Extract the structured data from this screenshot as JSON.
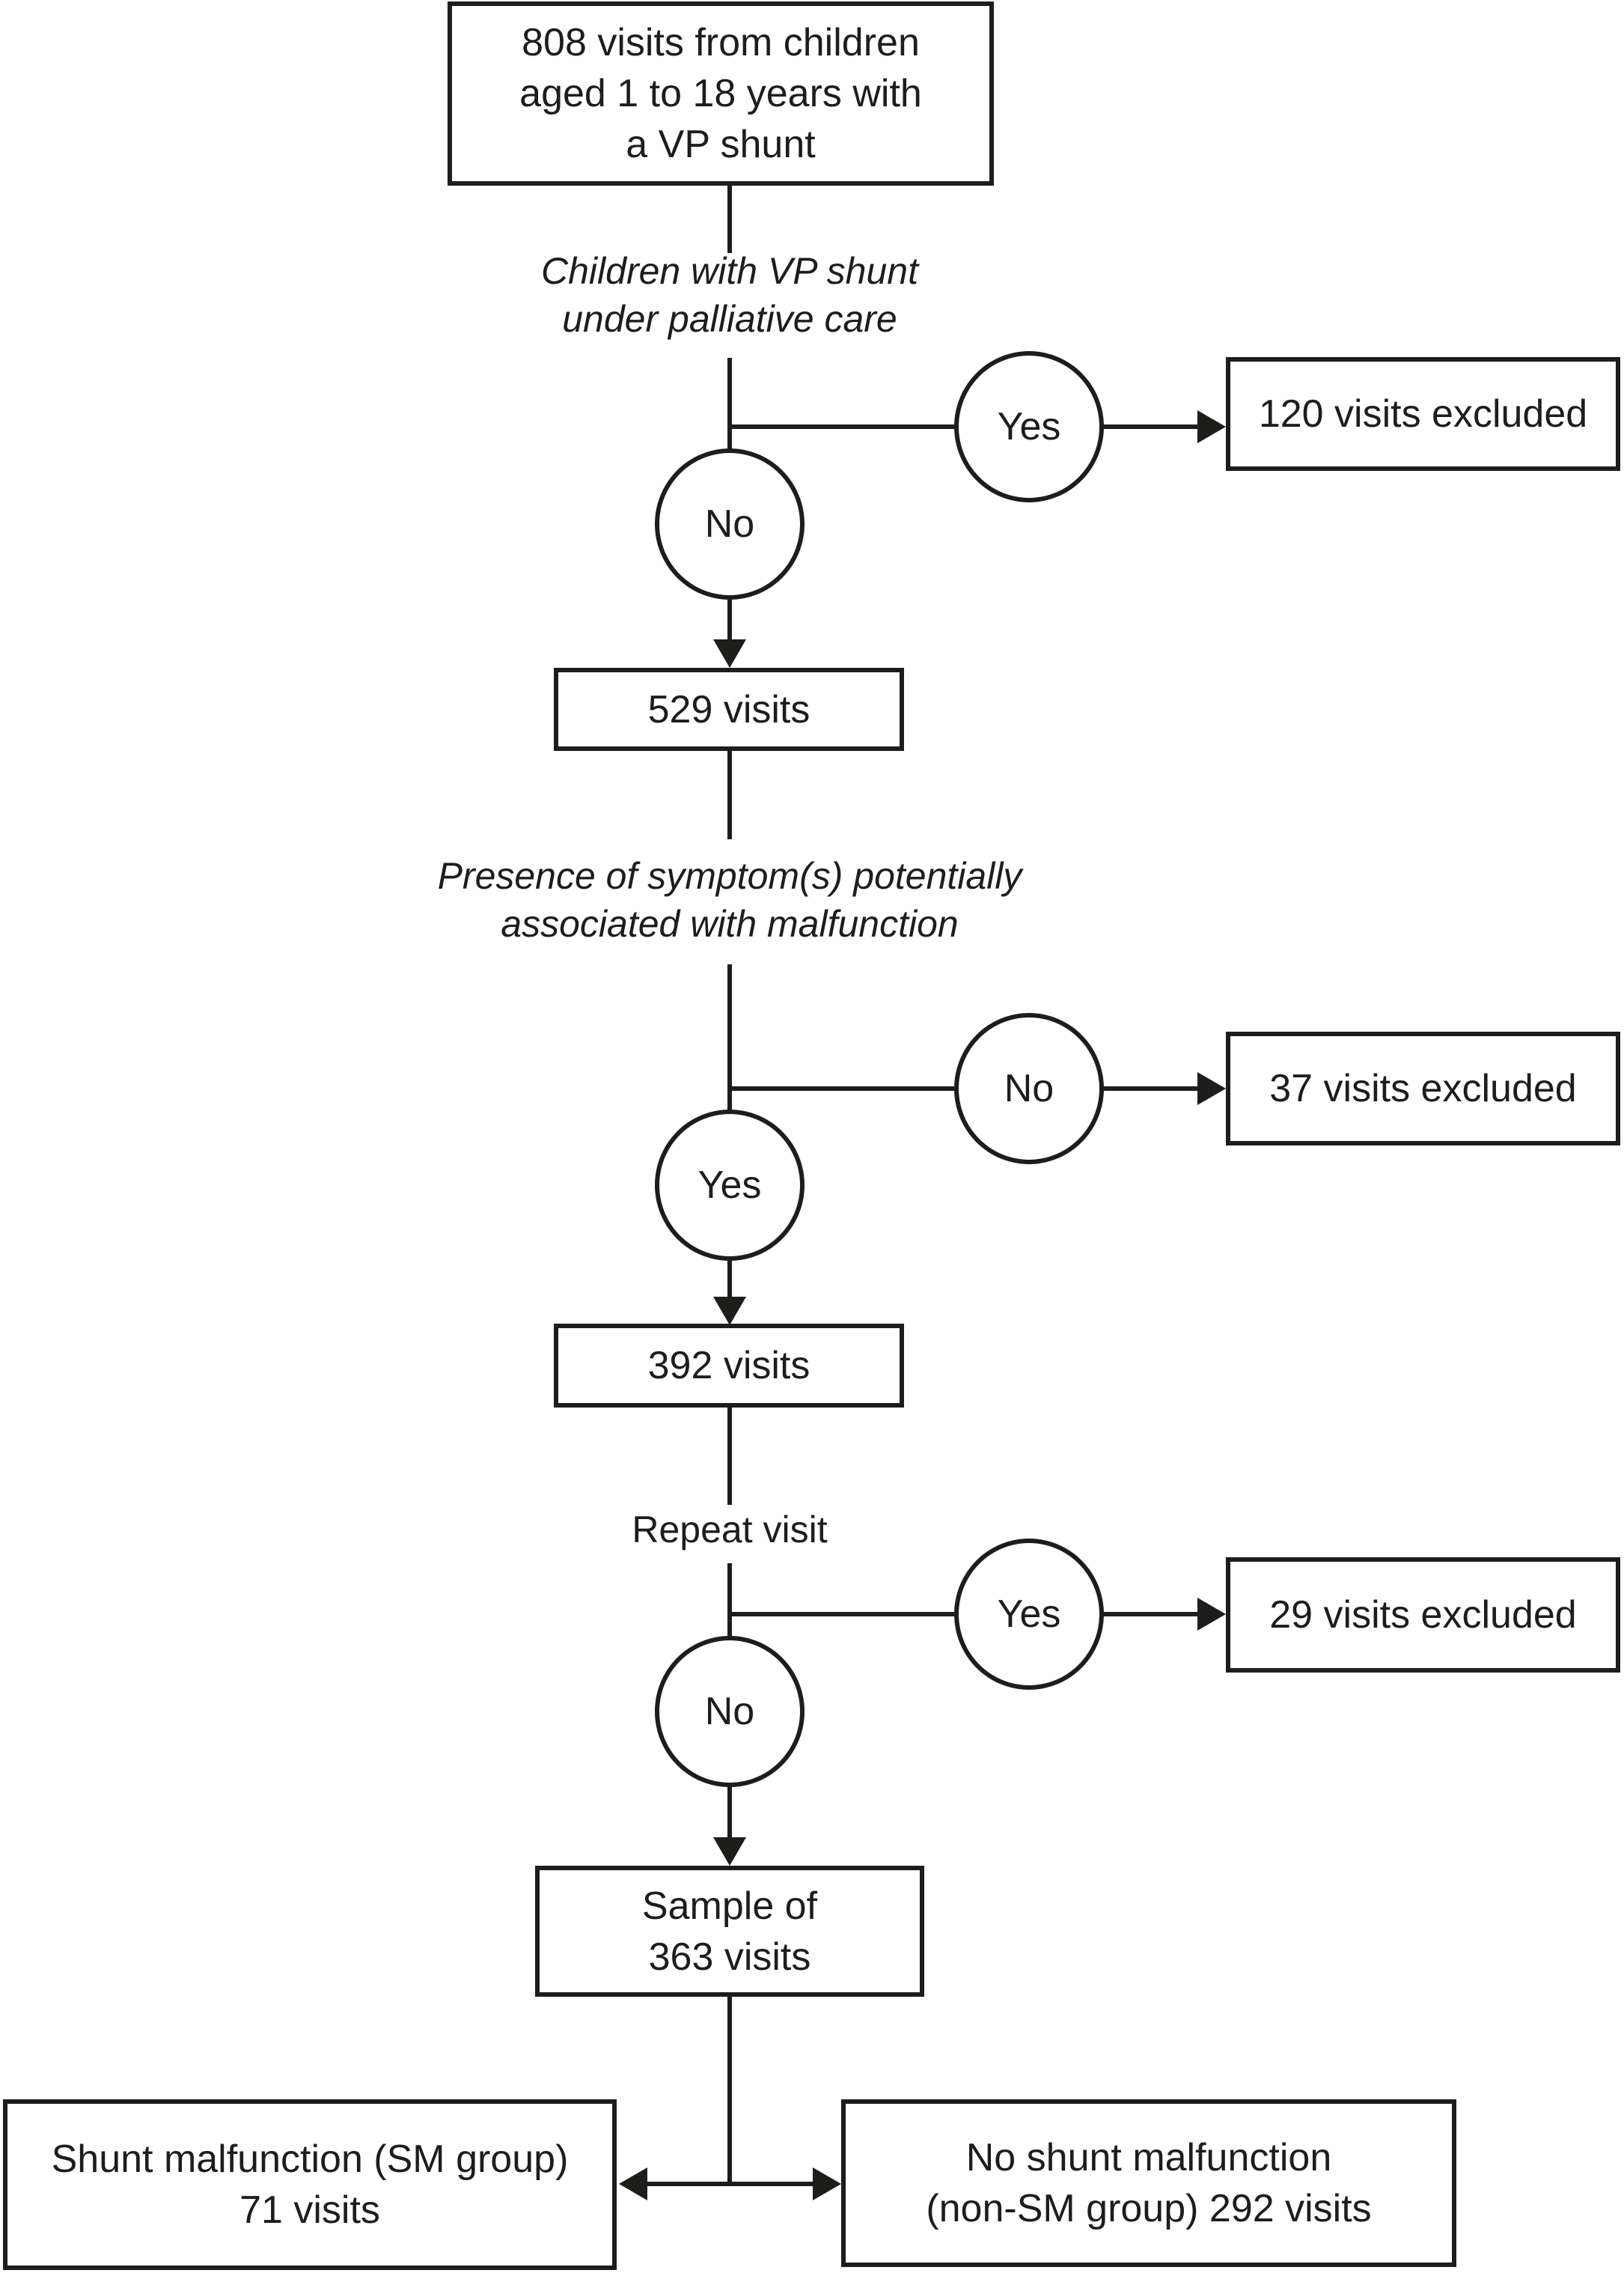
{
  "diagram": {
    "title_implicit": "Patient visit flow diagram",
    "ink_color": "#1d1d1b",
    "background_color": "#ffffff",
    "start_box": {
      "line1": "808 visits from children",
      "line2": "aged 1 to 18 years with",
      "line3": "a VP shunt"
    },
    "decision1": {
      "label_line1": "Children with VP shunt",
      "label_line2": "under palliative care",
      "side_answer": "Yes",
      "down_answer": "No",
      "excluded_text": "120 visits excluded"
    },
    "count_box_1": "529 visits",
    "decision2": {
      "label_line1": "Presence of symptom(s) potentially",
      "label_line2": "associated with malfunction",
      "side_answer": "No",
      "down_answer": "Yes",
      "excluded_text": "37 visits excluded"
    },
    "count_box_2": "392 visits",
    "decision3": {
      "label": "Repeat visit",
      "side_answer": "Yes",
      "down_answer": "No",
      "excluded_text": "29 visits excluded"
    },
    "sample_box": {
      "line1": "Sample of",
      "line2": "363 visits"
    },
    "outcome_left": {
      "line1": "Shunt malfunction (SM group)",
      "line2": "71 visits"
    },
    "outcome_right": {
      "line1": "No shunt malfunction",
      "line2": "(non-SM group) 292 visits"
    }
  }
}
